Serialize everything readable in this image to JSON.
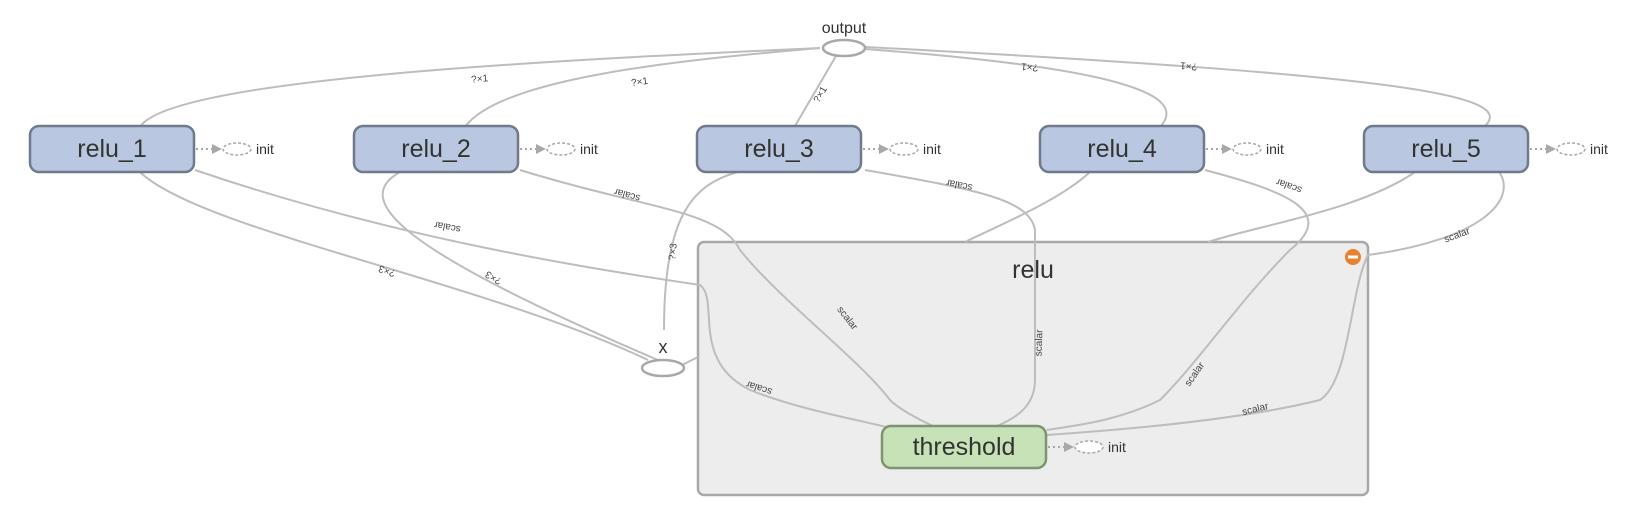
{
  "graph": {
    "output_label": "output",
    "x_label": "x",
    "group": {
      "name": "relu",
      "collapse_icon": "minus-circle-icon",
      "accent": "#e8822e"
    },
    "threshold": {
      "label": "threshold",
      "init_label": "init"
    },
    "relus": [
      {
        "label": "relu_1",
        "init_label": "init"
      },
      {
        "label": "relu_2",
        "init_label": "init"
      },
      {
        "label": "relu_3",
        "init_label": "init"
      },
      {
        "label": "relu_4",
        "init_label": "init"
      },
      {
        "label": "relu_5",
        "init_label": "init"
      }
    ],
    "edge_labels": {
      "relu1_output": "?×1",
      "relu2_output": "?×1",
      "relu3_output": "?×1",
      "relu4_output": "?×1",
      "relu5_output": "?×1",
      "relu1_x": "?×3",
      "relu2_x": "?×3",
      "relu3_x": "?×3",
      "relu1_threshold": "scalar",
      "relu1_threshold_inner": "scalar",
      "relu2_threshold": "scalar",
      "relu2_threshold_inner": "scalar",
      "relu3_threshold": "scalar",
      "relu3_threshold_inner": "scalar",
      "relu4_threshold": "scalar",
      "relu4_threshold_inner": "scalar",
      "relu5_threshold": "scalar",
      "relu5_threshold_inner": "scalar"
    },
    "colors": {
      "relu_fill": "#b9c8e0",
      "threshold_fill": "#c6e2b6",
      "group_fill": "#ededed",
      "edge": "#bdbdbd"
    }
  }
}
